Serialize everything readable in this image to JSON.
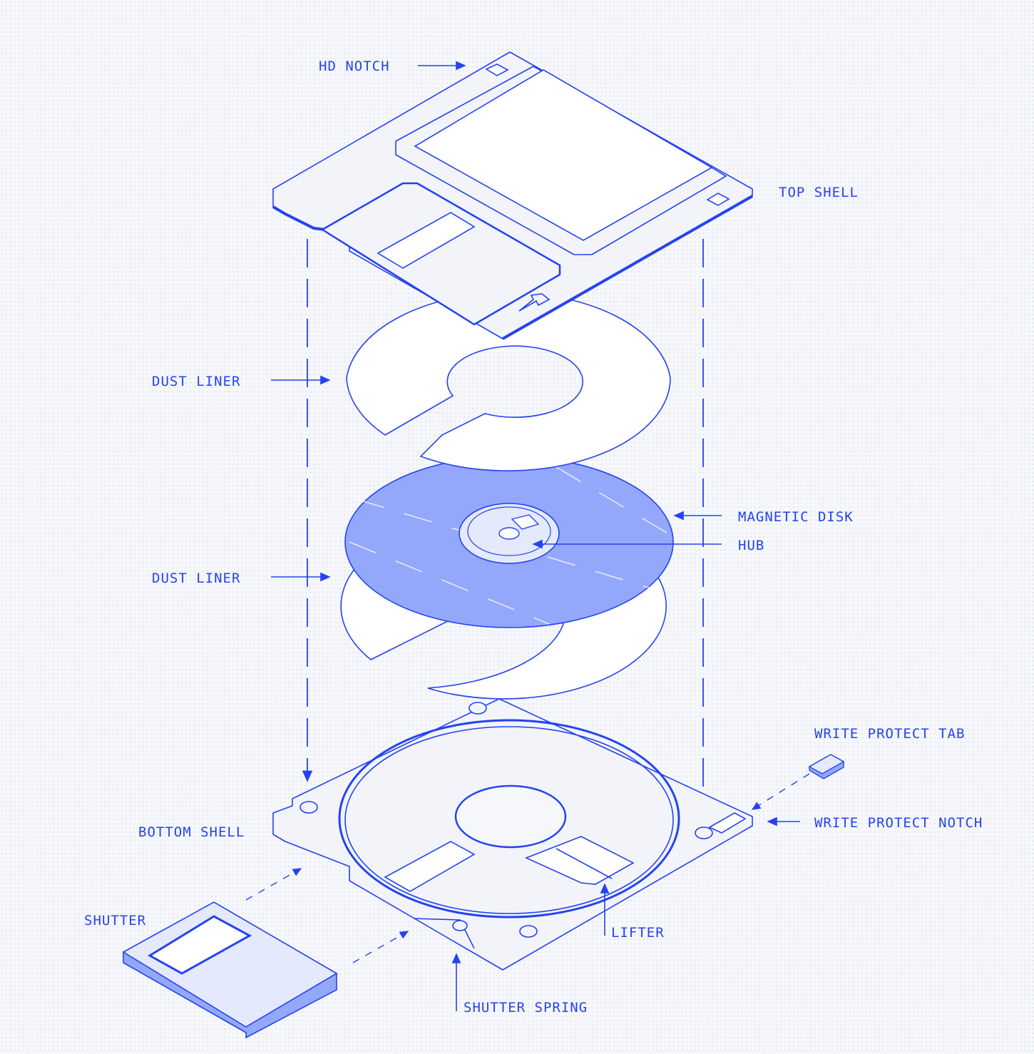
{
  "labels": {
    "hd_notch": "HD NOTCH",
    "top_shell": "TOP SHELL",
    "dust_liner_top": "DUST LINER",
    "magnetic_disk": "MAGNETIC DISK",
    "hub": "HUB",
    "dust_liner_bottom": "DUST LINER",
    "bottom_shell": "BOTTOM SHELL",
    "write_protect_tab": "WRITE PROTECT TAB",
    "write_protect_notch": "WRITE PROTECT NOTCH",
    "shutter": "SHUTTER",
    "lifter": "LIFTER",
    "shutter_spring": "SHUTTER SPRING"
  },
  "colors": {
    "stroke": "#2443f0",
    "shell": "#f2f4fa",
    "disk": "#94a8fb",
    "hub": "#e4e9fd"
  }
}
